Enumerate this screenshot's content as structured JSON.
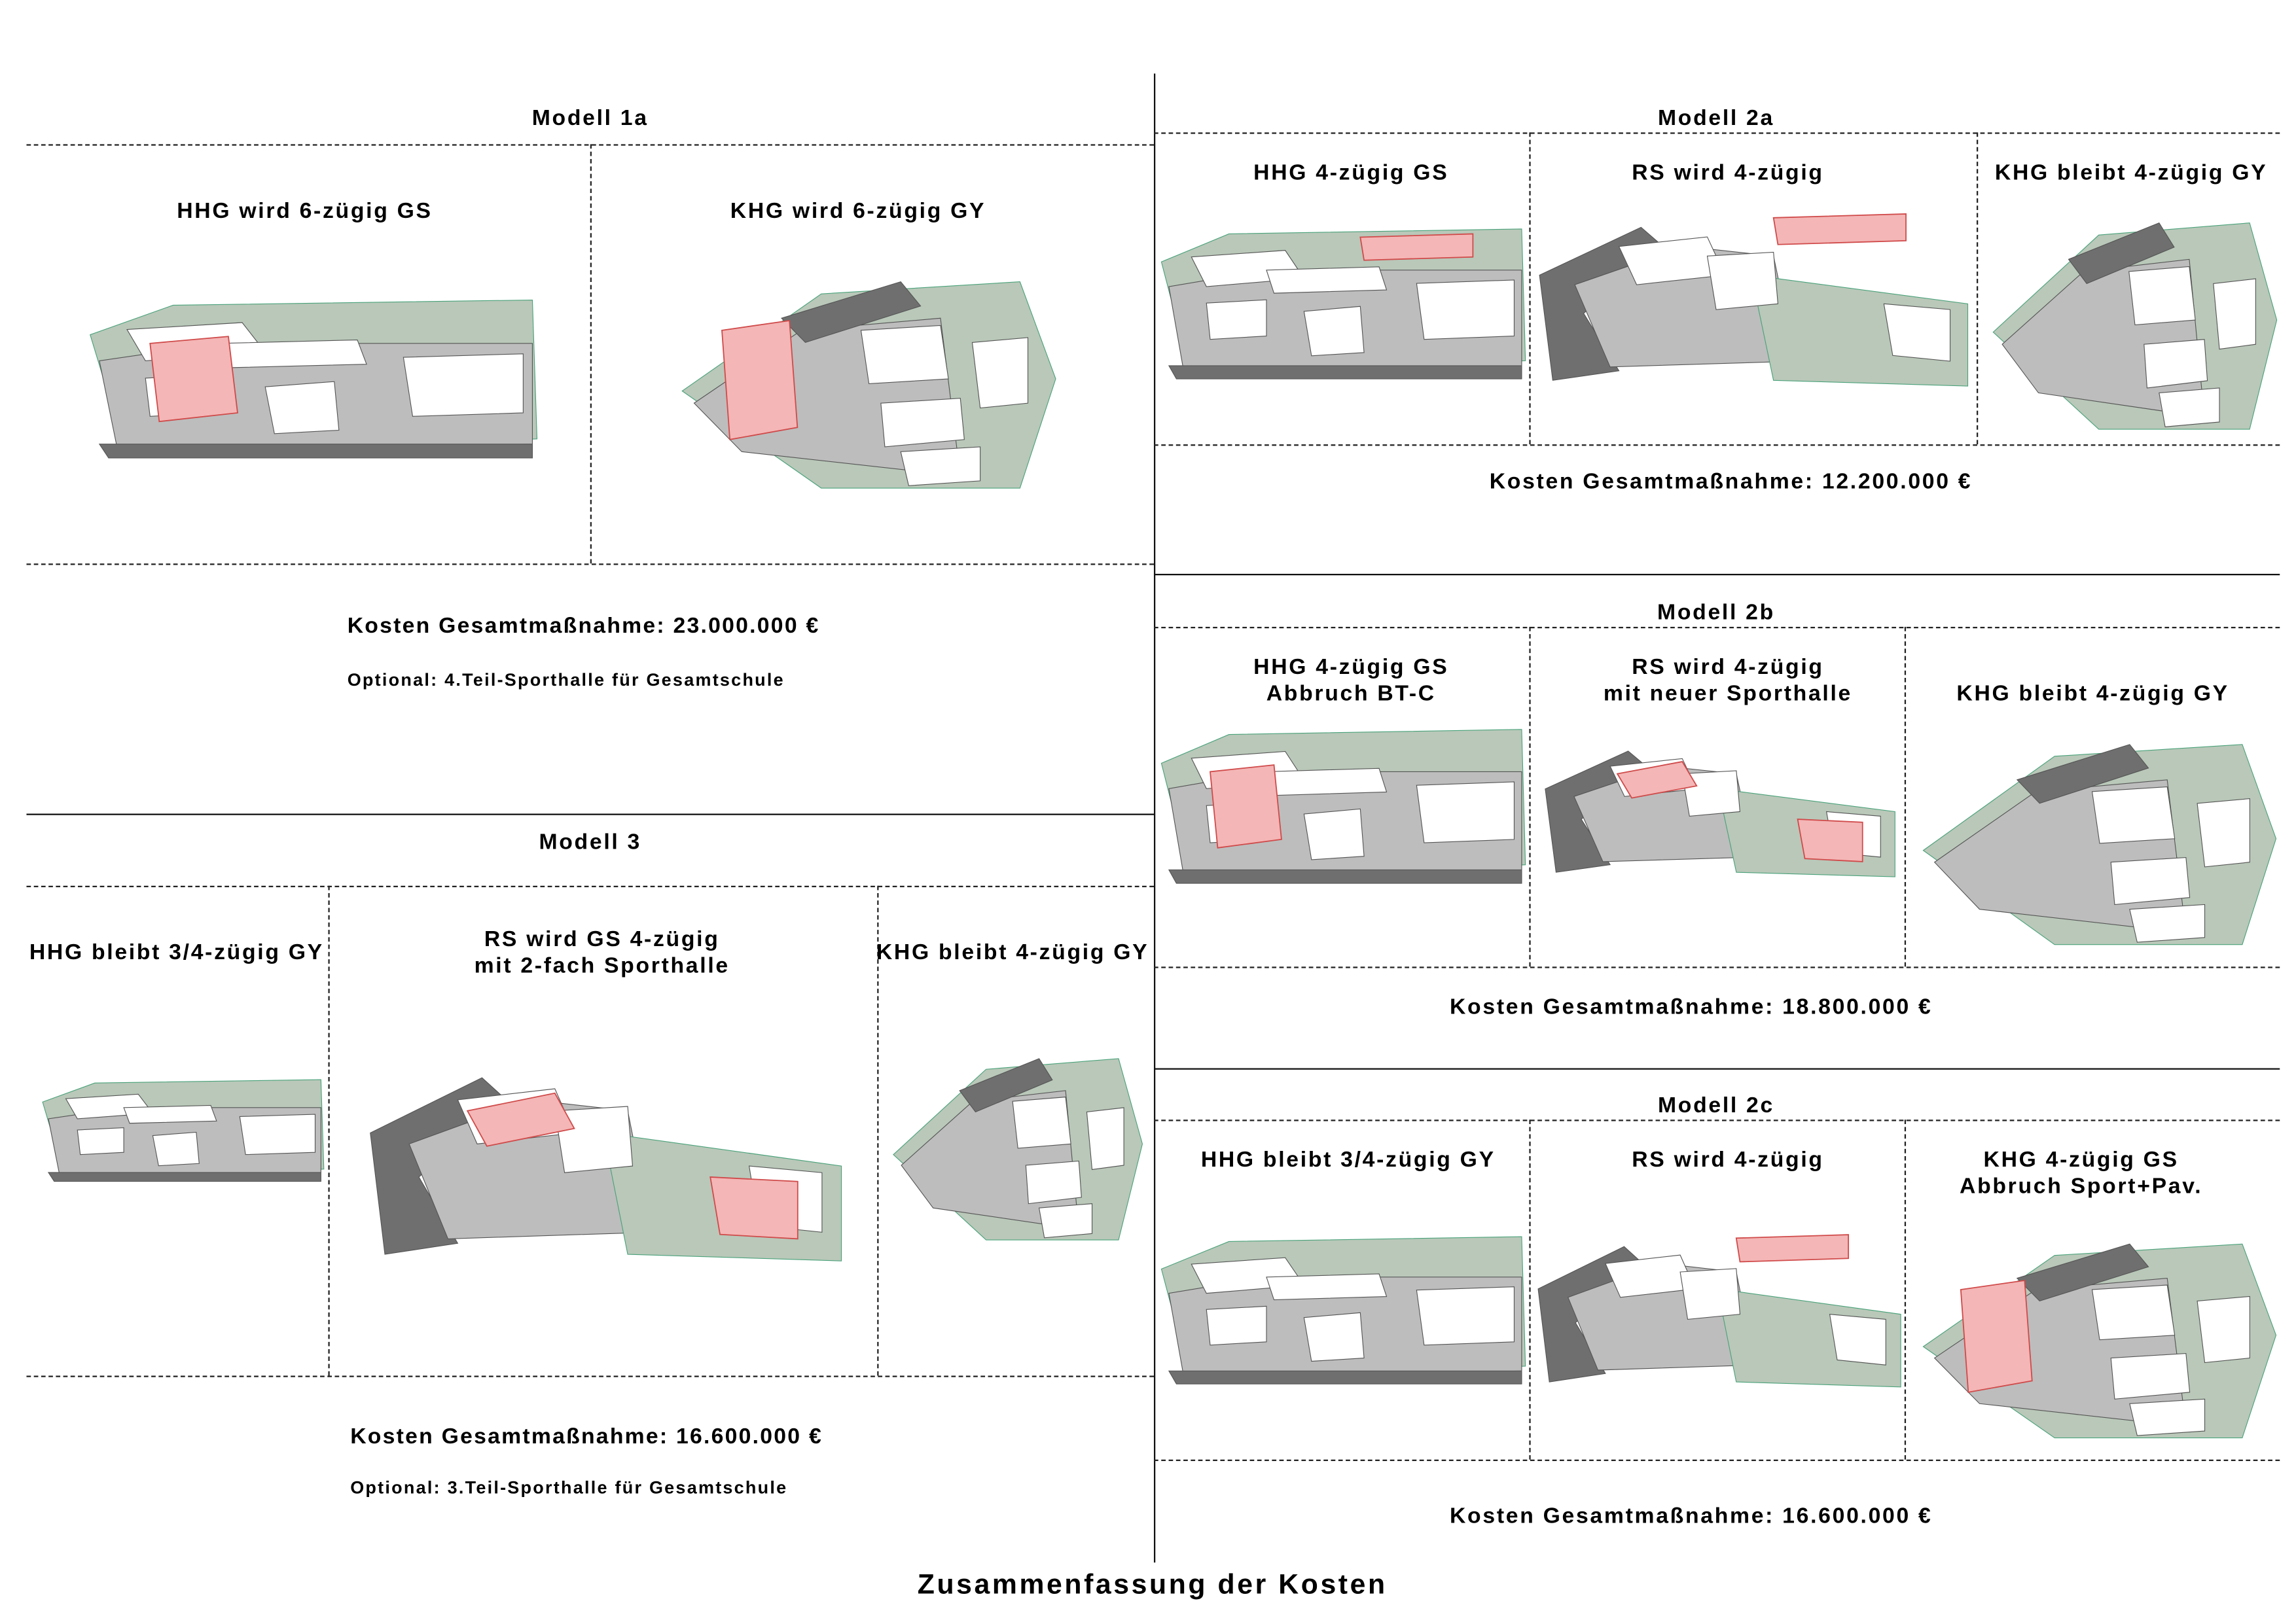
{
  "footer_title": "Zusammenfassung der Kosten",
  "colors": {
    "ground": "#b9c8b9",
    "base": "#bdbdbd",
    "dark": "#6f6f6f",
    "building": "#ffffff",
    "highlight": "#f4b6b6",
    "edge": "#4aa27a"
  },
  "modell_1a": {
    "title": "Modell 1a",
    "panels": [
      {
        "label": "HHG wird 6-zügig GS"
      },
      {
        "label": "KHG wird 6-zügig GY"
      }
    ],
    "cost": "Kosten Gesamtmaßnahme: 23.000.000 €",
    "optional": "Optional:  4.Teil-Sporthalle für Gesamtschule"
  },
  "modell_3": {
    "title": "Modell 3",
    "panels": [
      {
        "label": "HHG bleibt 3/4-zügig GY"
      },
      {
        "label": "RS wird GS 4-zügig",
        "label2": "mit 2-fach Sporthalle"
      },
      {
        "label": "KHG bleibt 4-zügig GY"
      }
    ],
    "cost": "Kosten Gesamtmaßnahme: 16.600.000 €",
    "optional": "Optional:  3.Teil-Sporthalle für Gesamtschule"
  },
  "modell_2a": {
    "title": "Modell 2a",
    "panels": [
      {
        "label": "HHG 4-zügig GS"
      },
      {
        "label": "RS wird 4-zügig"
      },
      {
        "label": "KHG bleibt 4-zügig GY"
      }
    ],
    "cost": "Kosten Gesamtmaßnahme: 12.200.000 €"
  },
  "modell_2b": {
    "title": "Modell 2b",
    "panels": [
      {
        "label": "HHG 4-zügig GS",
        "label2": "Abbruch BT-C"
      },
      {
        "label": "RS wird 4-zügig",
        "label2": "mit neuer Sporthalle"
      },
      {
        "label": "KHG bleibt 4-zügig GY"
      }
    ],
    "cost": "Kosten Gesamtmaßnahme: 18.800.000 €"
  },
  "modell_2c": {
    "title": "Modell 2c",
    "panels": [
      {
        "label": "HHG bleibt 3/4-zügig GY"
      },
      {
        "label": "RS wird 4-zügig"
      },
      {
        "label": "KHG 4-zügig GS",
        "label2": "Abbruch Sport+Pav."
      }
    ],
    "cost": "Kosten Gesamtmaßnahme: 16.600.000 €"
  }
}
